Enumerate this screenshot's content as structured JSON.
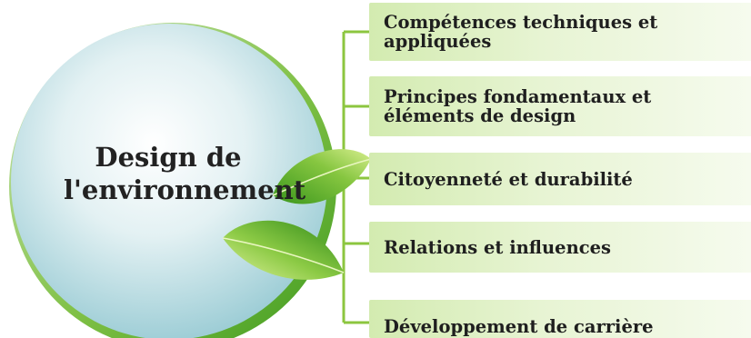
{
  "diagram": {
    "center": {
      "title_line1": "Design de",
      "title_line2": "l'environnement"
    },
    "items": [
      {
        "line1": "Compétences techniques et",
        "line2": "appliquées"
      },
      {
        "line1": "Principes fondamentaux et",
        "line2": "éléments de design"
      },
      {
        "line1": "Citoyenneté et durabilité"
      },
      {
        "line1": "Relations et influences"
      },
      {
        "line1": "Développement de carrière"
      }
    ],
    "colors": {
      "connector": "#8cc63f",
      "ring": "#5cab2a",
      "circle_light": "#ffffff",
      "circle_dark": "#99cbd4",
      "bar_start": "#d3ebb0",
      "bar_end": "#f6fbee",
      "leaf_light": "#cde878",
      "leaf_dark": "#3c9a1e"
    }
  }
}
